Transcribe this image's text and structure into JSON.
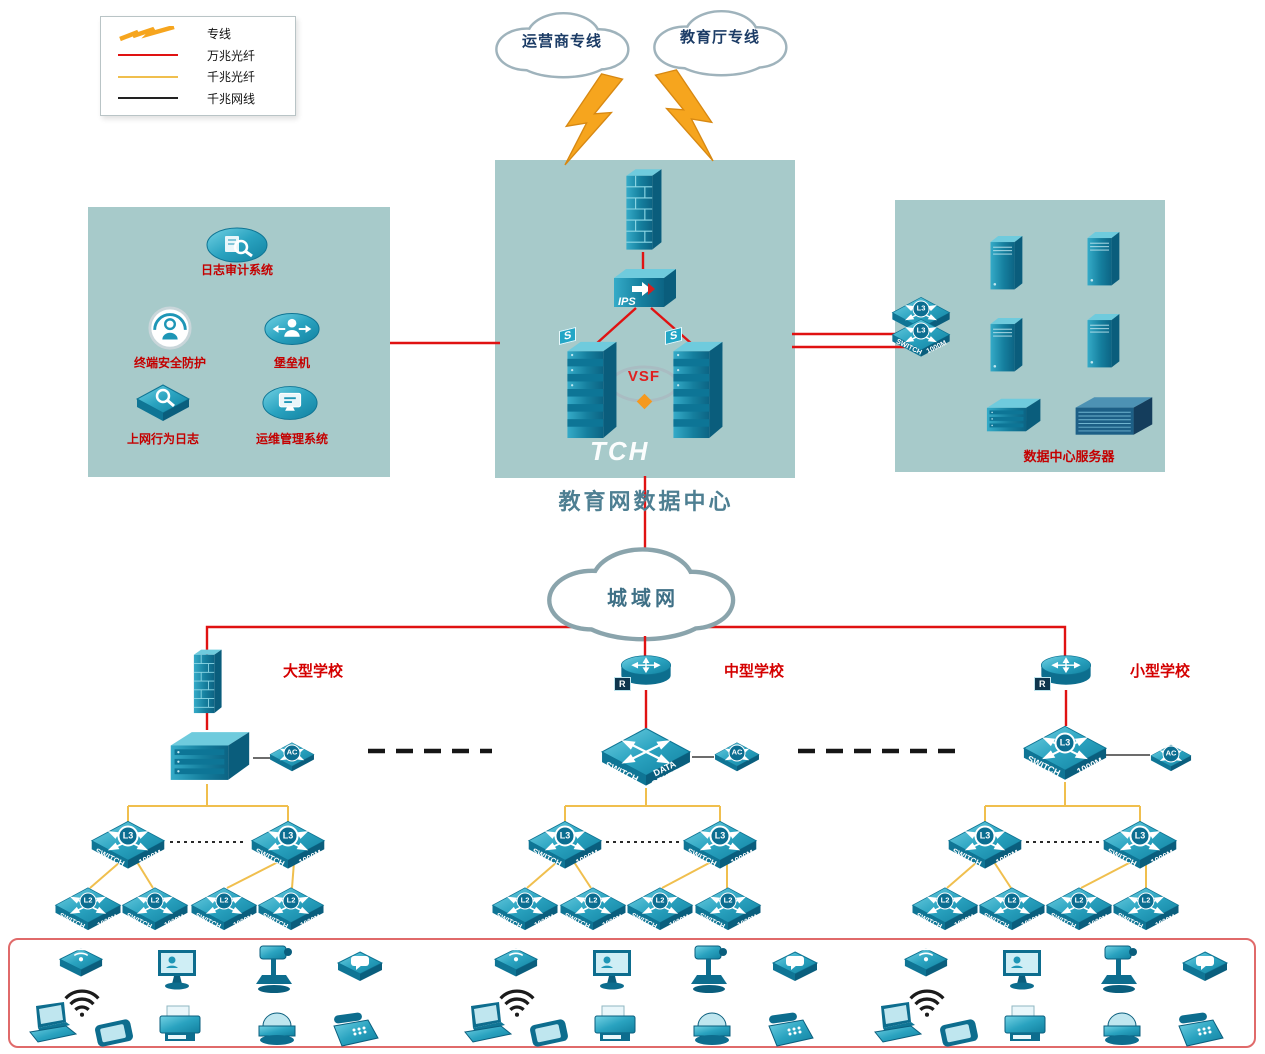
{
  "legend": {
    "items": [
      "专线",
      "万兆光纤",
      "千兆光纤",
      "千兆网线"
    ]
  },
  "clouds": {
    "carrier": "运营商专线",
    "edu": "教育厅专线",
    "man": "城域网"
  },
  "datacenter": {
    "title": "教育网数据中心",
    "vsf": "VSF",
    "ips": "IPS",
    "watermark": "TCH",
    "stack_badge": "S"
  },
  "security_panel": {
    "items": [
      "日志审计系统",
      "终端安全防护",
      "堡垒机",
      "上网行为日志",
      "运维管理系统"
    ]
  },
  "server_panel": {
    "label": "数据中心服务器"
  },
  "schools": [
    {
      "name": "大型学校"
    },
    {
      "name": "中型学校",
      "core_right": "DATA CENTER"
    },
    {
      "name": "小型学校"
    }
  ],
  "device": {
    "switch_left": "SWITCH",
    "switch_right": "1000M",
    "l3": "L3",
    "l2": "L2",
    "ac": "AC",
    "router": "R"
  },
  "colors": {
    "line_dedicated": "#f6a51e",
    "line_10g": "#e01212",
    "line_1g_fiber": "#f0bf4e",
    "line_1g_copper": "#222222",
    "panel": "#a7caca",
    "device": "#1e96b6",
    "label_red": "#d40000"
  }
}
